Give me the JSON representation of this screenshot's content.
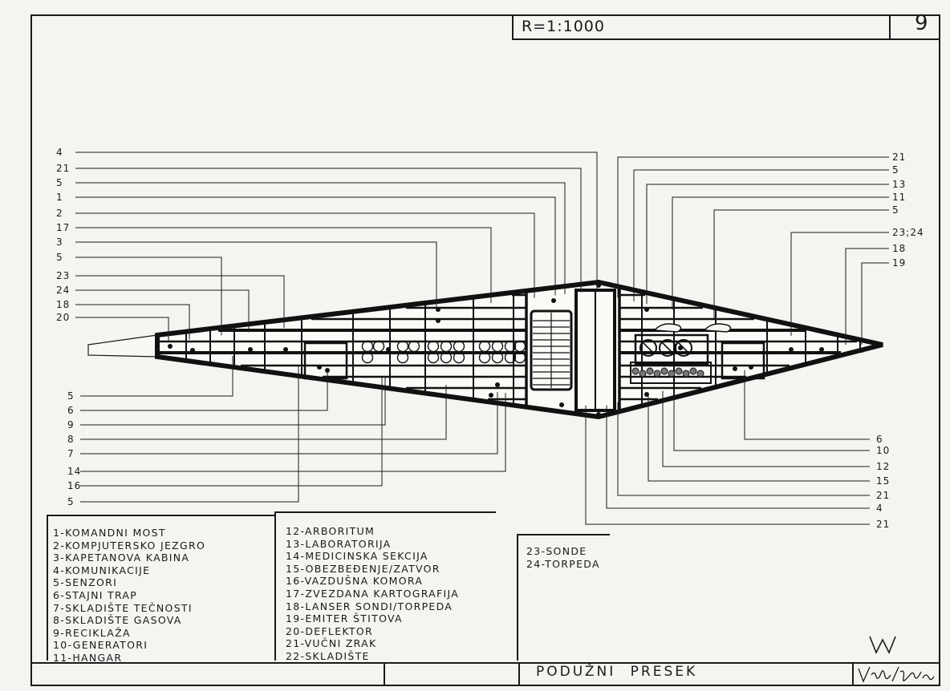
{
  "sheet": {
    "scale_label": "R=1:1000",
    "sheet_number": "9",
    "title": "PODUŽNI   PRESEK",
    "monogram": "W",
    "signature": "Vidoje Nedić"
  },
  "callouts_left": [
    "4",
    "21",
    "5",
    "1",
    "2",
    "17",
    "3",
    "5",
    "23",
    "24",
    "18",
    "20"
  ],
  "callouts_right": [
    "21",
    "5",
    "13",
    "11",
    "5",
    "23;24",
    "18",
    "19"
  ],
  "callouts_bottom_left": [
    "5",
    "6",
    "9",
    "8",
    "7",
    "14",
    "16",
    "5"
  ],
  "callouts_bottom_right": [
    "6",
    "10",
    "12",
    "15",
    "21",
    "4",
    "21"
  ],
  "legend_col1": [
    "1-KOMANDNI MOST",
    "2-KOMPJUTERSKO JEZGRO",
    "3-KAPETANOVA KABINA",
    "4-KOMUNIKACIJE",
    "5-SENZORI",
    "6-STAJNI TRAP",
    "7-SKLADIŠTE TEČNOSTI",
    "8-SKLADIŠTE GASOVA",
    "9-RECIKLAŽA",
    "10-GENERATORI",
    "11-HANGAR"
  ],
  "legend_col2": [
    "12-ARBORITUM",
    "13-LABORATORIJA",
    "14-MEDICINSKA SEKCIJA",
    "15-OBEZBEĐENJE/ZATVOR",
    "16-VAZDUŠNA KOMORA",
    "17-ZVEZDANA KARTOGRAFIJA",
    "18-LANSER SONDI/TORPEDA",
    "19-EMITER ŠTITOVA",
    "20-DEFLEKTOR",
    "21-VUČNI ZRAK",
    "22-SKLADIŠTE"
  ],
  "legend_col3": [
    "23-SONDE",
    "24-TORPEDA"
  ]
}
